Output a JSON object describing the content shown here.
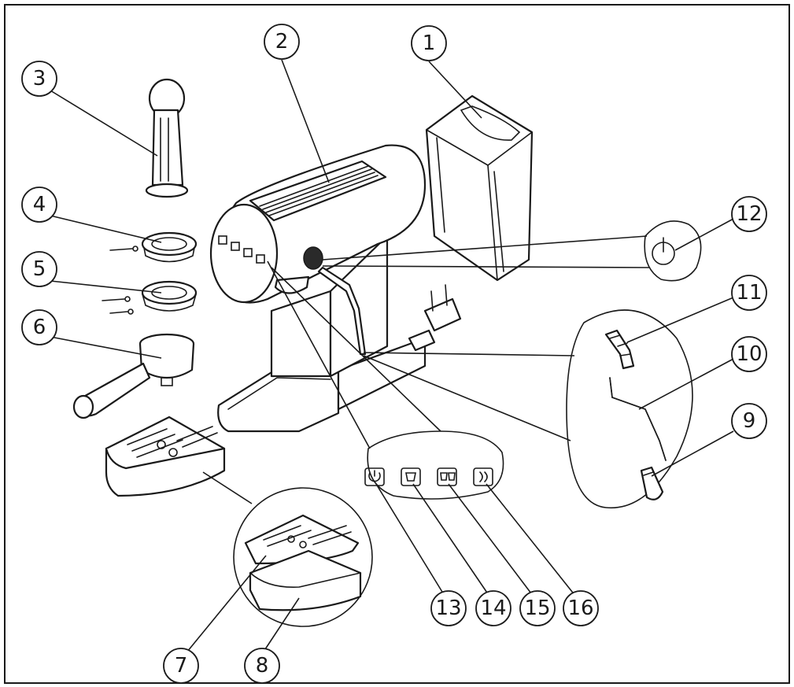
{
  "callouts": [
    {
      "id": "c1",
      "label": "1"
    },
    {
      "id": "c2",
      "label": "2"
    },
    {
      "id": "c3",
      "label": "3"
    },
    {
      "id": "c4",
      "label": "4"
    },
    {
      "id": "c5",
      "label": "5"
    },
    {
      "id": "c6",
      "label": "6"
    },
    {
      "id": "c7",
      "label": "7"
    },
    {
      "id": "c8",
      "label": "8"
    },
    {
      "id": "c9",
      "label": "9"
    },
    {
      "id": "c10",
      "label": "10"
    },
    {
      "id": "c11",
      "label": "11"
    },
    {
      "id": "c12",
      "label": "12"
    },
    {
      "id": "c13",
      "label": "13"
    },
    {
      "id": "c14",
      "label": "14"
    },
    {
      "id": "c15",
      "label": "15"
    },
    {
      "id": "c16",
      "label": "16"
    }
  ],
  "button_icons": [
    "power-icon",
    "single-cup-icon",
    "double-cup-icon",
    "steam-icon"
  ],
  "colors": {
    "line": "#1a1a1a",
    "background": "#ffffff"
  }
}
